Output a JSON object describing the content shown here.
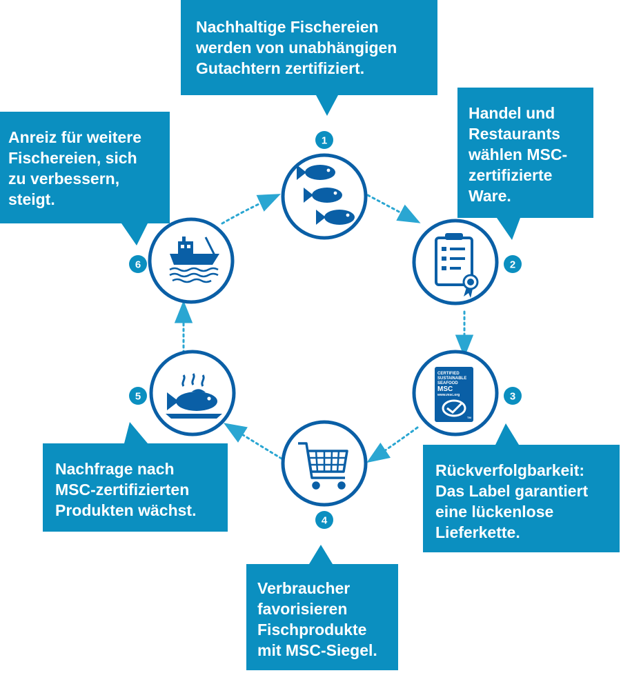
{
  "steps": [
    {
      "number": "1",
      "text": "Nachhaltige Fischereien\nwerden von unabhängigen\nGutachtern zertifiziert.",
      "icon": "three-fish-icon"
    },
    {
      "number": "2",
      "text": "Handel und\nRestaurants\nwählen MSC-\nzertifizierte\nWare.",
      "icon": "clipboard-checklist-icon"
    },
    {
      "number": "3",
      "text": "Rückverfolgbarkeit:\nDas Label garantiert\neine lückenlose\nLieferkette.",
      "icon": "msc-label-icon"
    },
    {
      "number": "4",
      "text": "Verbraucher\nfavorisieren\nFischprodukte\nmit MSC-Siegel.",
      "icon": "shopping-cart-icon"
    },
    {
      "number": "5",
      "text": "Nachfrage nach\nMSC-zertifizierten\nProdukten wächst.",
      "icon": "fish-on-plate-icon"
    },
    {
      "number": "6",
      "text": "Anreiz für weitere\nFischereien, sich\nzu verbessern,\nsteigt.",
      "icon": "fishing-boat-icon"
    }
  ],
  "msc_label": {
    "line1": "CERTIFIED",
    "line2": "SUSTAINABLE",
    "line3": "SEAFOOD",
    "line4": "MSC",
    "line5": "www.msc.org",
    "mark": "TM"
  },
  "colors": {
    "blue": "#0b8fc0",
    "dark_blue": "#0a5fa6",
    "arrow": "#2aa6d2"
  }
}
